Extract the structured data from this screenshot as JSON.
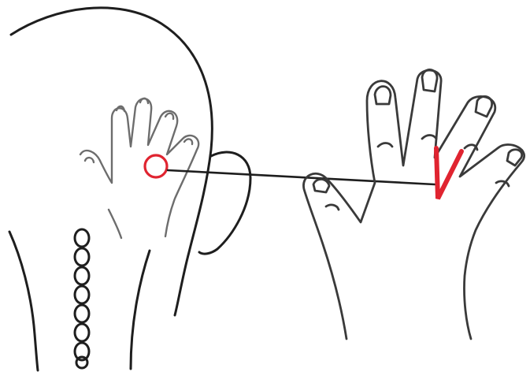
{
  "colors": {
    "background": "#ffffff",
    "line": "#1e1e1e",
    "outline_soft": "#6d6d6d",
    "accent": "#e02430"
  },
  "icons": {
    "head": "head-back-outline",
    "small_hand": "raised-hand-on-head",
    "large_hand": "open-hand-palm-up",
    "marker_circle": "red-circle-marker",
    "marker_v": "red-v-marker",
    "spine": "vertebrae-chain"
  }
}
